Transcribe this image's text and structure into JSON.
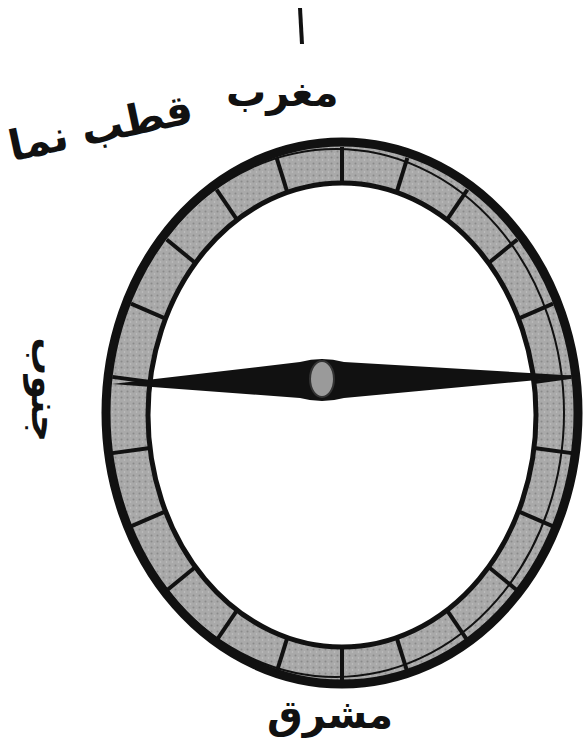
{
  "diagram": {
    "labels": [
      "مغرب",
      "قطب نما",
      "جنوب",
      "مشرق"
    ]
  }
}
